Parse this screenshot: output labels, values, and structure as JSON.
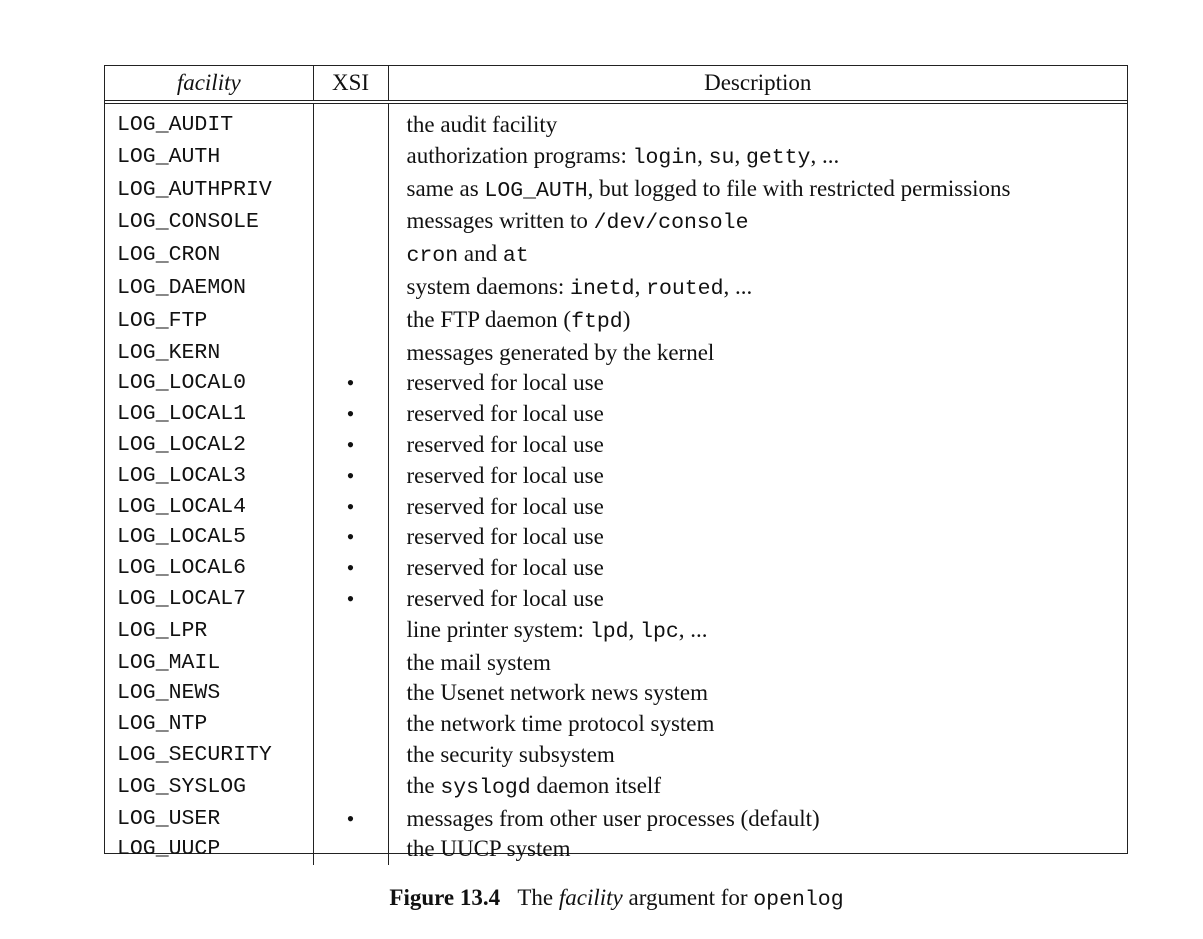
{
  "table": {
    "headers": {
      "facility": "facility",
      "xsi": "XSI",
      "description": "Description"
    },
    "rows": [
      {
        "name": "LOG_AUDIT",
        "xsi": "",
        "desc": [
          {
            "t": "the audit facility"
          }
        ]
      },
      {
        "name": "LOG_AUTH",
        "xsi": "",
        "desc": [
          {
            "t": "authorization programs: "
          },
          {
            "t": "login",
            "mono": true
          },
          {
            "t": ", "
          },
          {
            "t": "su",
            "mono": true
          },
          {
            "t": ", "
          },
          {
            "t": "getty",
            "mono": true
          },
          {
            "t": ", ..."
          }
        ]
      },
      {
        "name": "LOG_AUTHPRIV",
        "xsi": "",
        "desc": [
          {
            "t": "same as "
          },
          {
            "t": "LOG_AUTH",
            "mono": true
          },
          {
            "t": ", but logged to file with restricted permissions"
          }
        ]
      },
      {
        "name": "LOG_CONSOLE",
        "xsi": "",
        "desc": [
          {
            "t": "messages written to "
          },
          {
            "t": "/dev/console",
            "mono": true
          }
        ]
      },
      {
        "name": "LOG_CRON",
        "xsi": "",
        "desc": [
          {
            "t": "cron",
            "mono": true
          },
          {
            "t": " and "
          },
          {
            "t": "at",
            "mono": true
          }
        ]
      },
      {
        "name": "LOG_DAEMON",
        "xsi": "",
        "desc": [
          {
            "t": "system daemons: "
          },
          {
            "t": "inetd",
            "mono": true
          },
          {
            "t": ", "
          },
          {
            "t": "routed",
            "mono": true
          },
          {
            "t": ", ..."
          }
        ]
      },
      {
        "name": "LOG_FTP",
        "xsi": "",
        "desc": [
          {
            "t": "the FTP daemon ("
          },
          {
            "t": "ftpd",
            "mono": true
          },
          {
            "t": ")"
          }
        ]
      },
      {
        "name": "LOG_KERN",
        "xsi": "",
        "desc": [
          {
            "t": "messages generated by the kernel"
          }
        ]
      },
      {
        "name": "LOG_LOCAL0",
        "xsi": "•",
        "desc": [
          {
            "t": "reserved for local use"
          }
        ]
      },
      {
        "name": "LOG_LOCAL1",
        "xsi": "•",
        "desc": [
          {
            "t": "reserved for local use"
          }
        ]
      },
      {
        "name": "LOG_LOCAL2",
        "xsi": "•",
        "desc": [
          {
            "t": "reserved for local use"
          }
        ]
      },
      {
        "name": "LOG_LOCAL3",
        "xsi": "•",
        "desc": [
          {
            "t": "reserved for local use"
          }
        ]
      },
      {
        "name": "LOG_LOCAL4",
        "xsi": "•",
        "desc": [
          {
            "t": "reserved for local use"
          }
        ]
      },
      {
        "name": "LOG_LOCAL5",
        "xsi": "•",
        "desc": [
          {
            "t": "reserved for local use"
          }
        ]
      },
      {
        "name": "LOG_LOCAL6",
        "xsi": "•",
        "desc": [
          {
            "t": "reserved for local use"
          }
        ]
      },
      {
        "name": "LOG_LOCAL7",
        "xsi": "•",
        "desc": [
          {
            "t": "reserved for local use"
          }
        ]
      },
      {
        "name": "LOG_LPR",
        "xsi": "",
        "desc": [
          {
            "t": "line printer system: "
          },
          {
            "t": "lpd",
            "mono": true
          },
          {
            "t": ", "
          },
          {
            "t": "lpc",
            "mono": true
          },
          {
            "t": ", ..."
          }
        ]
      },
      {
        "name": "LOG_MAIL",
        "xsi": "",
        "desc": [
          {
            "t": "the mail system"
          }
        ]
      },
      {
        "name": "LOG_NEWS",
        "xsi": "",
        "desc": [
          {
            "t": "the Usenet network news system"
          }
        ]
      },
      {
        "name": "LOG_NTP",
        "xsi": "",
        "desc": [
          {
            "t": "the network time protocol system"
          }
        ]
      },
      {
        "name": "LOG_SECURITY",
        "xsi": "",
        "desc": [
          {
            "t": "the security subsystem"
          }
        ]
      },
      {
        "name": "LOG_SYSLOG",
        "xsi": "",
        "desc": [
          {
            "t": "the "
          },
          {
            "t": "syslogd",
            "mono": true
          },
          {
            "t": " daemon itself"
          }
        ]
      },
      {
        "name": "LOG_USER",
        "xsi": "•",
        "desc": [
          {
            "t": "messages from other user processes (default)"
          }
        ]
      },
      {
        "name": "LOG_UUCP",
        "xsi": "",
        "desc": [
          {
            "t": "the UUCP system"
          }
        ]
      }
    ]
  },
  "caption": {
    "label": "Figure 13.4",
    "text_pre": "The ",
    "text_italic": "facility",
    "text_mid": " argument for ",
    "text_code": "openlog"
  }
}
